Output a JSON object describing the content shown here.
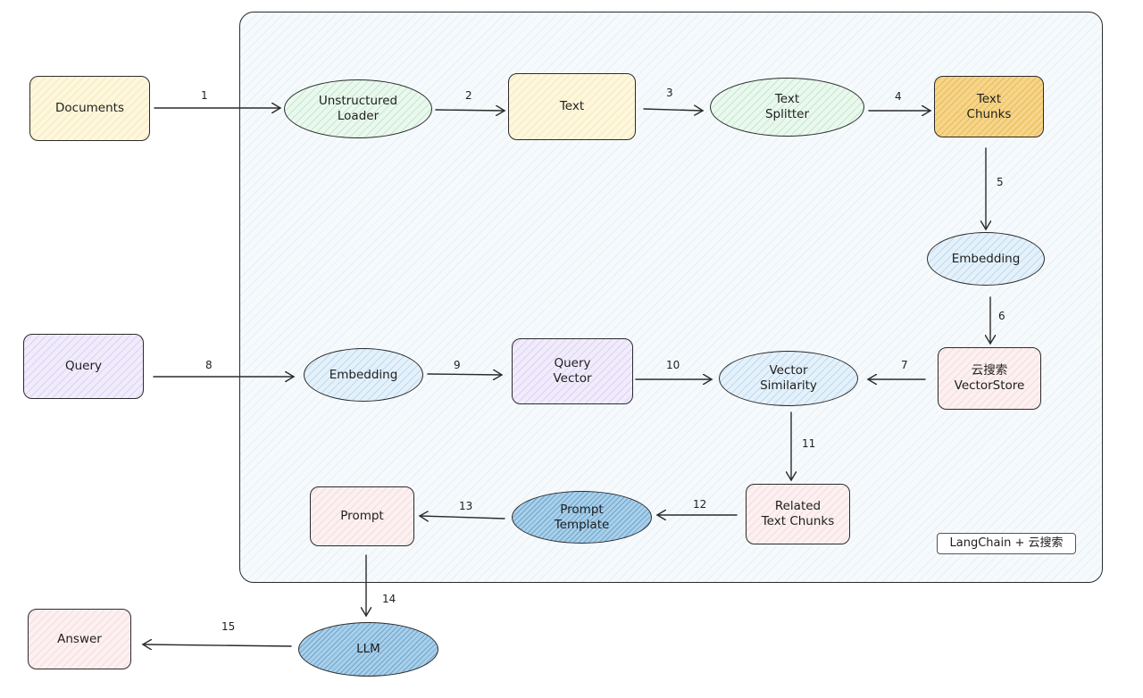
{
  "colors": {
    "stroke": "#2b2b2b",
    "container_fill": "#f6fafc",
    "yellow": "#fdf7de",
    "green": "#eaf8ee",
    "orange": "#f5d58a",
    "blue": "#e5f1fa",
    "purple": "#f1ecfb",
    "pink": "#fcf0f1",
    "dark_blue": "#a9cfe9"
  },
  "container": {
    "badge": "LangChain + 云搜索"
  },
  "nodes": {
    "documents": "Documents",
    "unstructured_loader": "Unstructured\nLoader",
    "text": "Text",
    "text_splitter": "Text\nSplitter",
    "text_chunks": "Text\nChunks",
    "embedding_doc": "Embedding",
    "vectorstore": "云搜索\nVectorStore",
    "query": "Query",
    "embedding_query": "Embedding",
    "query_vector": "Query\nVector",
    "vector_similarity": "Vector\nSimilarity",
    "related_text_chunks": "Related\nText Chunks",
    "prompt_template": "Prompt\nTemplate",
    "prompt": "Prompt",
    "llm": "LLM",
    "answer": "Answer"
  },
  "edges": {
    "e1": "1",
    "e2": "2",
    "e3": "3",
    "e4": "4",
    "e5": "5",
    "e6": "6",
    "e7": "7",
    "e8": "8",
    "e9": "9",
    "e10": "10",
    "e11": "11",
    "e12": "12",
    "e13": "13",
    "e14": "14",
    "e15": "15"
  }
}
